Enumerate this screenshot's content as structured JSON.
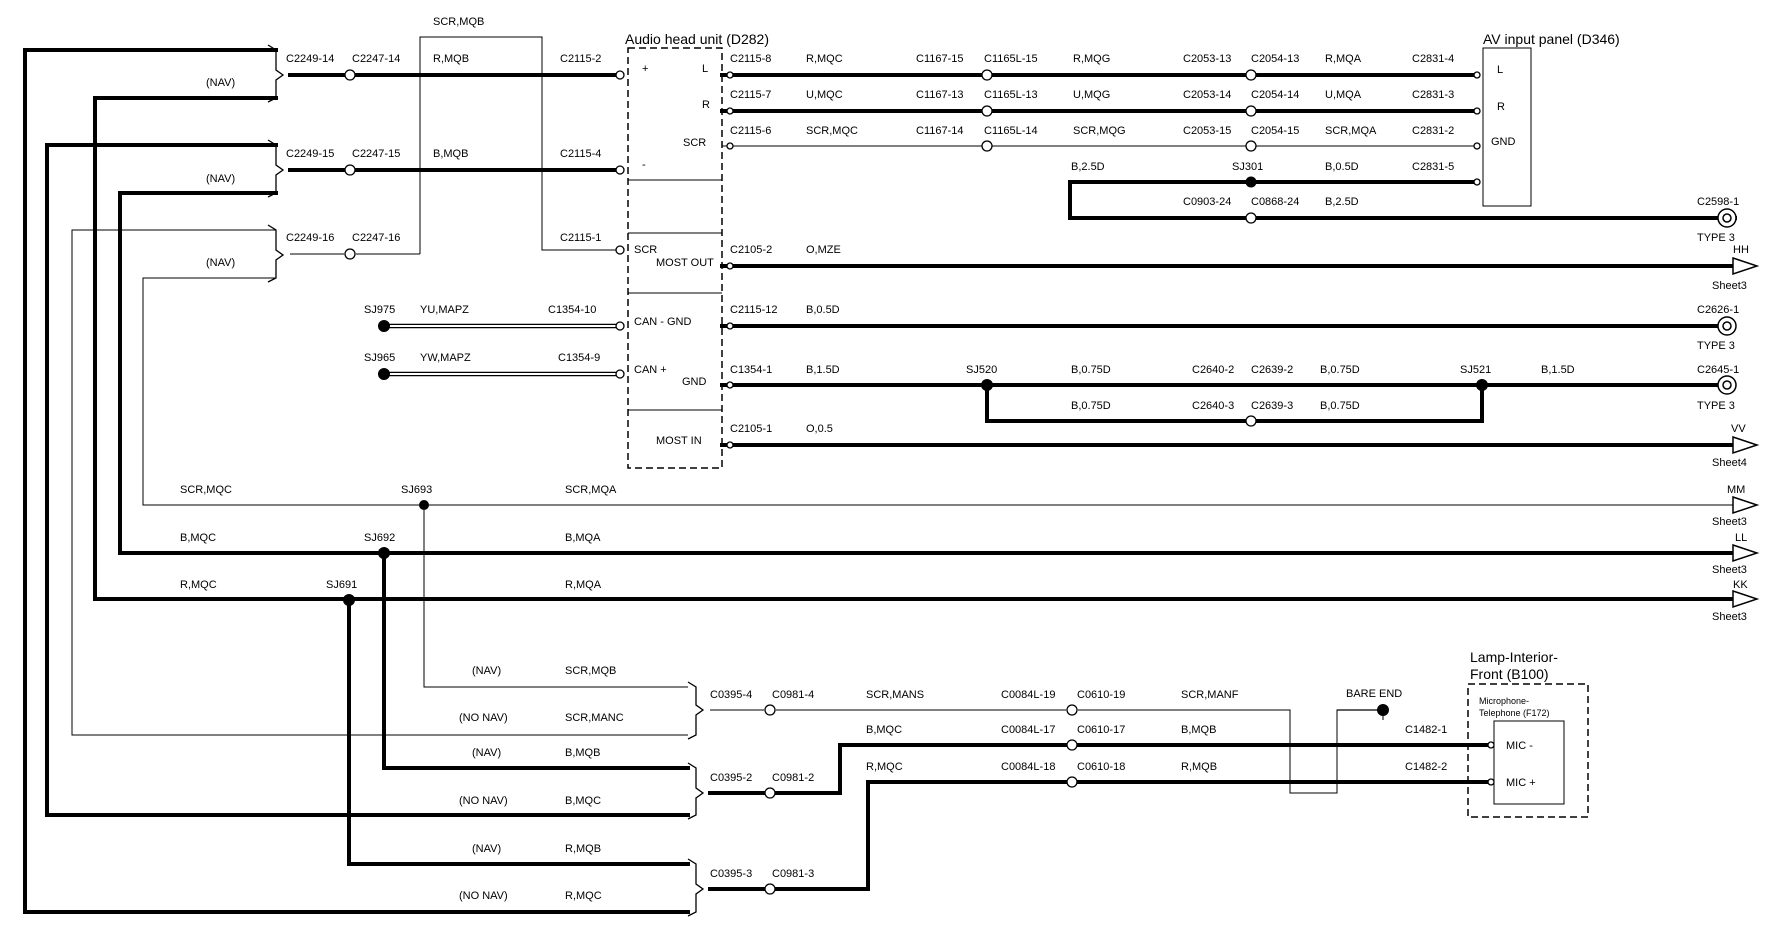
{
  "components": {
    "audio_head_unit": "Audio head unit (D282)",
    "av_input_panel": "AV input panel (D346)",
    "lamp_interior_front_line1": "Lamp-Interior-",
    "lamp_interior_front_line2": "Front (B100)",
    "microphone_telephone_line1": "Microphone-",
    "microphone_telephone_line2": "Telephone (F172)",
    "bare_end": "BARE END"
  },
  "pins": {
    "head_plus": "+",
    "head_minus": "-",
    "head_l": "L",
    "head_r": "R",
    "head_scr": "SCR",
    "head_scr2": "SCR",
    "head_most_out": "MOST OUT",
    "head_can_gnd": "CAN - GND",
    "head_can_plus": "CAN +",
    "head_gnd": "GND",
    "head_most_in": "MOST IN",
    "av_l": "L",
    "av_r": "R",
    "av_gnd": "GND",
    "mic_minus": "MIC -",
    "mic_plus": "MIC +"
  },
  "connectors": {
    "c2249_14": "C2249-14",
    "c2247_14": "C2247-14",
    "c2249_15": "C2249-15",
    "c2247_15": "C2247-15",
    "c2249_16": "C2249-16",
    "c2247_16": "C2247-16",
    "c2115_2": "C2115-2",
    "c2115_4": "C2115-4",
    "c2115_1": "C2115-1",
    "c2115_8": "C2115-8",
    "c2115_7": "C2115-7",
    "c2115_6": "C2115-6",
    "c2115_12": "C2115-12",
    "c2105_2": "C2105-2",
    "c2105_1": "C2105-1",
    "c1354_10": "C1354-10",
    "c1354_9": "C1354-9",
    "c1354_1": "C1354-1",
    "c1167_15": "C1167-15",
    "c1165l_15": "C1165L-15",
    "c1167_13": "C1167-13",
    "c1165l_13": "C1165L-13",
    "c1167_14": "C1167-14",
    "c1165l_14": "C1165L-14",
    "c2053_13": "C2053-13",
    "c2054_13": "C2054-13",
    "c2053_14": "C2053-14",
    "c2054_14": "C2054-14",
    "c2053_15": "C2053-15",
    "c2054_15": "C2054-15",
    "c2831_4": "C2831-4",
    "c2831_3": "C2831-3",
    "c2831_2": "C2831-2",
    "c2831_5": "C2831-5",
    "c0903_24": "C0903-24",
    "c0868_24": "C0868-24",
    "c2598_1": "C2598-1",
    "c2626_1": "C2626-1",
    "c2645_1": "C2645-1",
    "c2640_2": "C2640-2",
    "c2639_2": "C2639-2",
    "c2640_3": "C2640-3",
    "c2639_3": "C2639-3",
    "c0395_4": "C0395-4",
    "c0981_4": "C0981-4",
    "c0395_2": "C0395-2",
    "c0981_2": "C0981-2",
    "c0395_3": "C0395-3",
    "c0981_3": "C0981-3",
    "c0084l_19": "C0084L-19",
    "c0610_19": "C0610-19",
    "c0084l_17": "C0084L-17",
    "c0610_17": "C0610-17",
    "c0084l_18": "C0084L-18",
    "c0610_18": "C0610-18",
    "c1482_1": "C1482-1",
    "c1482_2": "C1482-2"
  },
  "splices": {
    "sj301": "SJ301",
    "sj975": "SJ975",
    "sj965": "SJ965",
    "sj520": "SJ520",
    "sj521": "SJ521",
    "sj693": "SJ693",
    "sj692": "SJ692",
    "sj691": "SJ691"
  },
  "wire_labels": {
    "scr_mqb_top": "SCR,MQB",
    "r_mqb_top": "R,MQB",
    "b_mqb_top": "B,MQB",
    "r_mqc_l": "R,MQC",
    "r_mqg_l": "R,MQG",
    "r_mqa_l": "R,MQA",
    "u_mqc_r": "U,MQC",
    "u_mqg_r": "U,MQG",
    "u_mqa_r": "U,MQA",
    "scr_mqc_s": "SCR,MQC",
    "scr_mqg_s": "SCR,MQG",
    "scr_mqa_s": "SCR,MQA",
    "b_2_5d_a": "B,2.5D",
    "b_0_5d_av": "B,0.5D",
    "b_2_5d_b": "B,2.5D",
    "o_mze": "O,MZE",
    "yu_mapz": "YU,MAPZ",
    "yw_mapz": "YW,MAPZ",
    "b_0_5d_can": "B,0.5D",
    "b_1_5d_a": "B,1.5D",
    "b_0_75d_a": "B,0.75D",
    "b_0_75d_b": "B,0.75D",
    "b_1_5d_b": "B,1.5D",
    "b_0_75d_c": "B,0.75D",
    "b_0_75d_d": "B,0.75D",
    "o_0_5": "O,0.5",
    "scr_mqc_mm": "SCR,MQC",
    "scr_mqa_mm": "SCR,MQA",
    "b_mqc_ll": "B,MQC",
    "b_mqa_ll": "B,MQA",
    "r_mqc_kk": "R,MQC",
    "r_mqa_kk": "R,MQA",
    "scr_mqb_low": "SCR,MQB",
    "scr_manc": "SCR,MANC",
    "b_mqb_low": "B,MQB",
    "b_mqc_low": "B,MQC",
    "r_mqb_low": "R,MQB",
    "r_mqc_low": "R,MQC",
    "scr_mans": "SCR,MANS",
    "scr_manf": "SCR,MANF",
    "b_mqc_mic": "B,MQC",
    "b_mqb_mic": "B,MQB",
    "r_mqc_mic": "R,MQC",
    "r_mqb_mic": "R,MQB"
  },
  "options": {
    "nav_1": "(NAV)",
    "nav_2": "(NAV)",
    "nav_3": "(NAV)",
    "nav_4": "(NAV)",
    "no_nav_4": "(NO NAV)",
    "nav_5": "(NAV)",
    "no_nav_5": "(NO NAV)",
    "nav_6": "(NAV)",
    "no_nav_6": "(NO NAV)"
  },
  "eyelets": {
    "type_1": "TYPE 3",
    "type_2": "TYPE 3",
    "type_3": "TYPE 3"
  },
  "offsheet": {
    "hh": "HH",
    "hh_sheet": "Sheet3",
    "vv": "VV",
    "vv_sheet": "Sheet4",
    "mm": "MM",
    "mm_sheet": "Sheet3",
    "ll": "LL",
    "ll_sheet": "Sheet3",
    "kk": "KK",
    "kk_sheet": "Sheet3"
  }
}
